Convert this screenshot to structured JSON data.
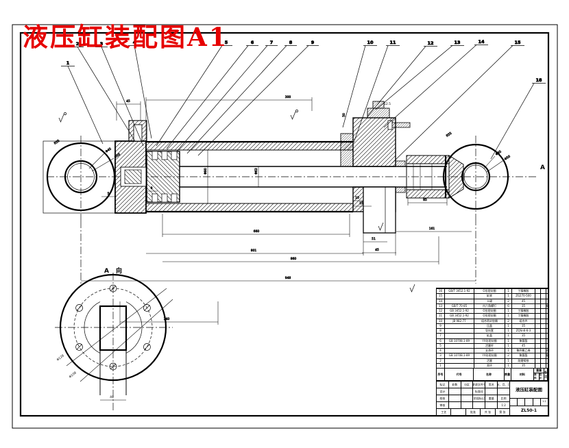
{
  "sheet": {
    "red_title": "液压缸装配图A1",
    "accent_red": "#e60000",
    "line_color": "#000000"
  },
  "labels": {
    "section_a": "A",
    "view_a_left": "A",
    "view_a_right": "向"
  },
  "callouts": {
    "c1": "1",
    "c2": "2",
    "c3": "3",
    "c4": "4",
    "c5": "5",
    "c6": "6",
    "c7": "7",
    "c8": "8",
    "c9": "9",
    "c10": "10",
    "c11": "11",
    "c12": "12",
    "c13": "13",
    "c14": "14",
    "c15": "15",
    "c18": "18"
  },
  "dims": {
    "d300": "300",
    "d45_top": "45",
    "d5": "5",
    "d8": "8",
    "d660": "660",
    "d801": "801",
    "d860": "860",
    "d948": "948",
    "d240": "240",
    "d51": "51",
    "d45_right": "45",
    "d85": "85",
    "d161": "161",
    "d10": "10",
    "d15": "15",
    "ra": "12.5",
    "d40": "40",
    "d50": "50",
    "phi90": "Φ90",
    "phi63": "Φ63",
    "phi45_l": "Φ45",
    "phi50_l": "Φ50",
    "r55_l": "R55",
    "phi45_r": "Φ45",
    "phi50_r": "Φ50",
    "r55_r": "R55",
    "phi128": "Φ128",
    "phi108": "Φ108"
  },
  "bom": {
    "headers": {
      "no": "序号",
      "code": "代号",
      "name": "名称",
      "qty": "数量",
      "mat": "材料",
      "wt": "重量",
      "wt1": "单件",
      "wt2": "总计",
      "rem": "备注"
    },
    "rows": [
      {
        "no": "1",
        "code": "",
        "name": "耳环",
        "qty": "1",
        "mat": "35",
        "rem": ""
      },
      {
        "no": "2",
        "code": "",
        "name": "活塞",
        "qty": "1",
        "mat": "耐磨铸铁",
        "rem": ""
      },
      {
        "no": "3",
        "code": "GB 10708.1-89",
        "name": "YX形密封圈",
        "qty": "2",
        "mat": "聚氨酯",
        "rem": "标准件"
      },
      {
        "no": "4",
        "code": "",
        "name": "支承环",
        "qty": "1",
        "mat": "聚四氟乙烯",
        "rem": "自制"
      },
      {
        "no": "5",
        "code": "",
        "name": "活塞杆",
        "qty": "1",
        "mat": "45",
        "rem": ""
      },
      {
        "no": "6",
        "code": "GB 10708.1-89",
        "name": "YX形密封圈",
        "qty": "1",
        "mat": "聚氨酯",
        "rem": ""
      },
      {
        "no": "7",
        "code": "",
        "name": "缸盖",
        "qty": "1",
        "mat": "35",
        "rem": ""
      },
      {
        "no": "8",
        "code": "",
        "name": "导向套",
        "qty": "1",
        "mat": "ZQSn6-6-3",
        "rem": ""
      },
      {
        "no": "9",
        "code": "",
        "name": "压盖",
        "qty": "1",
        "mat": "35",
        "rem": ""
      },
      {
        "no": "10",
        "code": "JB 982-77",
        "name": "组合密封垫圈",
        "qty": "2",
        "mat": "组合件",
        "rem": ""
      },
      {
        "no": "11",
        "code": "GB 3452.1-92",
        "name": "O形密封圈",
        "qty": "1",
        "mat": "丁腈橡胶",
        "rem": ""
      },
      {
        "no": "12",
        "code": "GB 3452.1-92",
        "name": "O形密封圈",
        "qty": "1",
        "mat": "丁腈橡胶",
        "rem": ""
      },
      {
        "no": "13",
        "code": "GB/T 70-85",
        "name": "内六角螺钉",
        "qty": "6",
        "mat": "35",
        "rem": "标准件"
      },
      {
        "no": "14",
        "code": "",
        "name": "卡键",
        "qty": "2",
        "mat": "45",
        "rem": ""
      },
      {
        "no": "15",
        "code": "",
        "name": "缸底",
        "qty": "1",
        "mat": "ZG270-500",
        "rem": ""
      },
      {
        "no": "16",
        "code": "GB/T 3452.1-92",
        "name": "O形密封圈",
        "qty": "1",
        "mat": "丁腈橡胶",
        "rem": ""
      }
    ]
  },
  "title_block": {
    "r1": [
      "标记",
      "处数",
      "分区",
      "更改文件号",
      "签名",
      "年、月、日"
    ],
    "design": "设计",
    "check": "校核",
    "audit": "审核",
    "craft": "工艺",
    "approve": "批准",
    "std": "标准化",
    "stage": "阶段标记",
    "weight": "重量",
    "scale": "比例",
    "scale_val": "1:2",
    "title": "液压缸装配图",
    "no": "ZL50-1",
    "sheet_total": "共 张",
    "sheet_no": "第 张"
  }
}
